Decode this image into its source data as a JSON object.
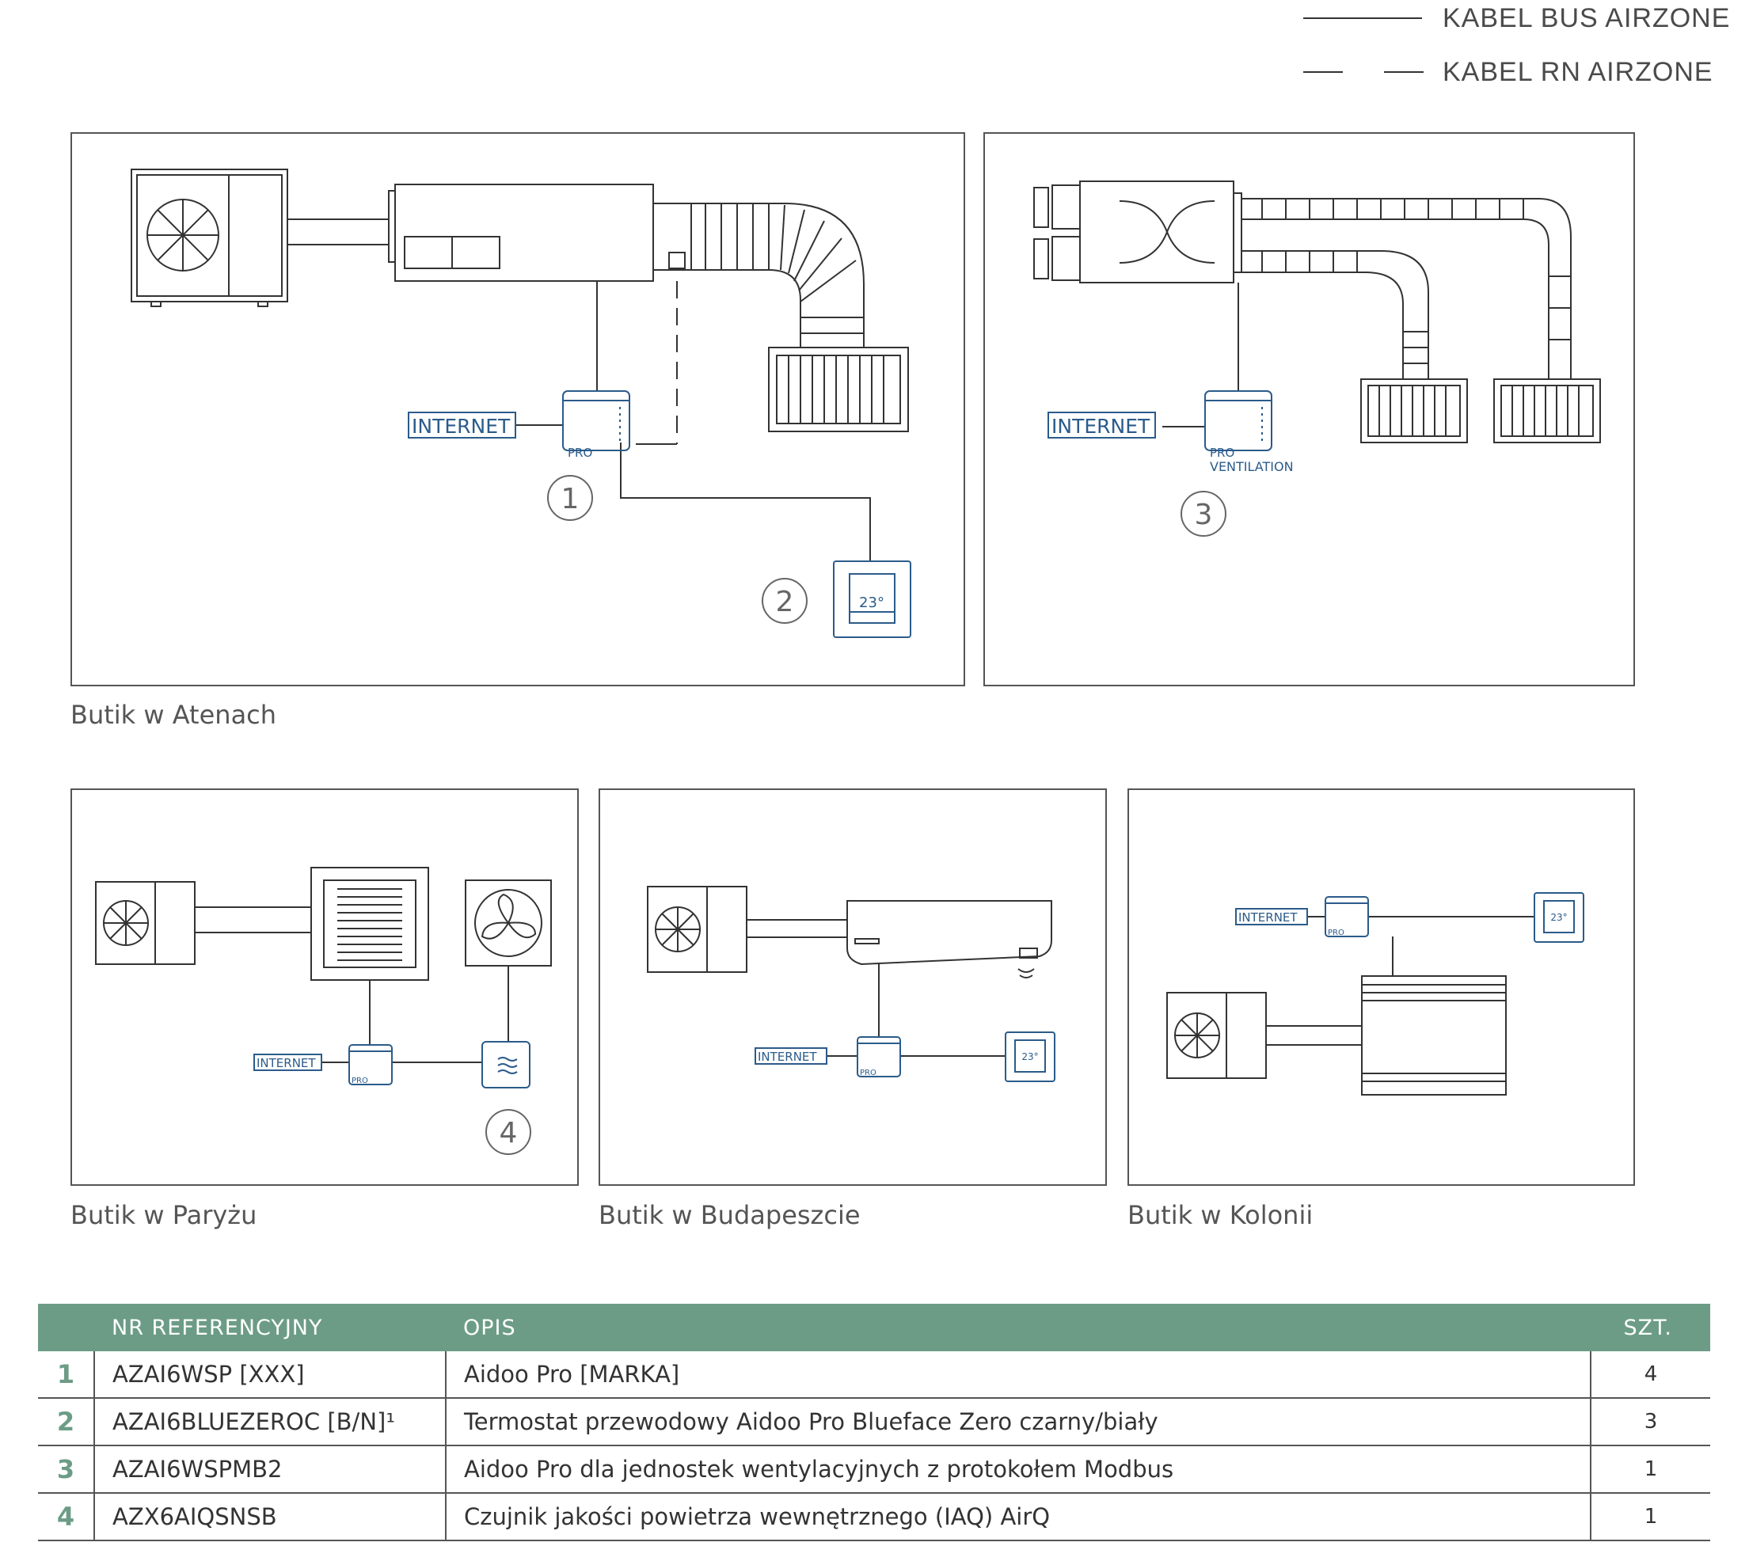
{
  "legend": {
    "bus_label": "KABEL BUS AIRZONE",
    "rn_label": "KABEL RN AIRZONE"
  },
  "panels": {
    "athens": {
      "caption": "Butik w Atenach",
      "internet": "INTERNET",
      "pro": "PRO",
      "callout_1": "1",
      "callout_2": "2",
      "thermostat": "23°"
    },
    "ventilation": {
      "internet": "INTERNET",
      "pro": "PRO",
      "ventilation": "VENTILATION",
      "callout_3": "3"
    },
    "paris": {
      "caption": "Butik w Paryżu",
      "internet": "INTERNET",
      "pro": "PRO",
      "callout_4": "4"
    },
    "budapest": {
      "caption": "Butik w Budapeszcie",
      "internet": "INTERNET",
      "pro": "PRO",
      "thermostat": "23°"
    },
    "cologne": {
      "caption": "Butik w Kolonii",
      "internet": "INTERNET",
      "pro": "PRO",
      "thermostat": "23°"
    }
  },
  "table": {
    "headers": {
      "ref": "NR REFERENCYJNY",
      "desc": "OPIS",
      "qty": "SZT."
    },
    "rows": [
      {
        "num": "1",
        "ref": "AZAI6WSP [XXX]",
        "desc": "Aidoo Pro [MARKA]",
        "qty": "4"
      },
      {
        "num": "2",
        "ref": "AZAI6BLUEZEROC [B/N]¹",
        "desc": "Termostat przewodowy Aidoo Pro Blueface Zero czarny/biały",
        "qty": "3"
      },
      {
        "num": "3",
        "ref": "AZAI6WSPMB2",
        "desc": "Aidoo Pro dla jednostek wentylacyjnych z protokołem Modbus",
        "qty": "1"
      },
      {
        "num": "4",
        "ref": "AZX6AIQSNSB",
        "desc": "Czujnik jakości powietrza wewnętrznego (IAQ) AirQ",
        "qty": "1"
      }
    ]
  },
  "colors": {
    "accent": "#6c9c86",
    "device_blue": "#2b5b8a",
    "line": "#333333"
  }
}
